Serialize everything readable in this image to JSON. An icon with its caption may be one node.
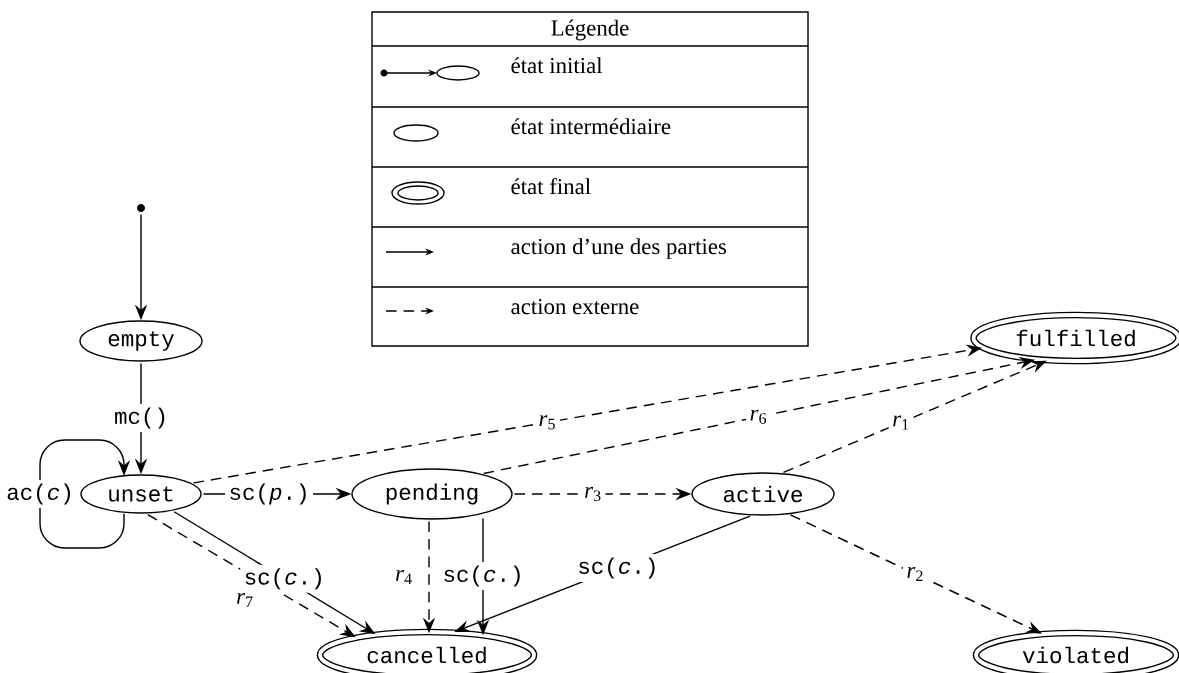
{
  "diagram": {
    "nodes": [
      {
        "text": [],
        "shape": "circle"
      },
      {
        "text": [
          "empty"
        ]
      },
      {
        "text": [
          "unset"
        ]
      },
      {
        "text": [
          "pending"
        ]
      },
      {
        "text": [
          "active"
        ]
      },
      {
        "text": [
          "fulfilled"
        ]
      },
      {
        "text": [
          "cancelled"
        ]
      },
      {
        "text": [
          "violated"
        ]
      }
    ],
    "edges": [
      {
        "from": 0,
        "to": 1,
        "arrow": "to"
      },
      {
        "from": 1,
        "to": 2,
        "arrow": "to",
        "label": "mc()"
      },
      {
        "from": 2,
        "to": 2,
        "arrow": "to",
        "label": "ac(*c*)"
      },
      {
        "from": 2,
        "to": 3,
        "arrow": "to",
        "label": "sc(*p*.)"
      },
      {
        "from": 2,
        "to": 6,
        "arrow": "to",
        "label": "sc(*c*.)"
      },
      {
        "from": 2,
        "to": 6,
        "arrow": "to",
        "label": "*r*$_{7}$",
        "style": "dashed"
      },
      {
        "from": 2,
        "to": 5,
        "arrow": "to",
        "label": "*r*$_{5}$",
        "style": "dashed"
      },
      {
        "from": 3,
        "to": 5,
        "arrow": "to",
        "label": "*r*$_{6}$",
        "style": "dashed"
      },
      {
        "from": 3,
        "to": 4,
        "arrow": "to",
        "label": "*r*$_{3}$",
        "style": "dashed"
      },
      {
        "from": 3,
        "to": 6,
        "arrow": "to",
        "label": "*r*$_{4}$",
        "style": "dashed"
      },
      {
        "from": 3,
        "to": 6,
        "arrow": "to",
        "label": "sc(*c*.)"
      },
      {
        "from": 4,
        "to": 5,
        "arrow": "to",
        "label": "*r*$_{1}$",
        "style": "dashed"
      },
      {
        "from": 4,
        "to": 7,
        "arrow": "to",
        "label": "*r*$_{2}$",
        "style": "dashed"
      },
      {
        "from": 4,
        "to": 6,
        "arrow": "to",
        "label": "sc(*c*.)"
      }
    ],
    "labels": [
      "Légende"
    ],
    "legend": [
      {
        "text": "état initial"
      },
      {
        "text": "état intermédiaire"
      },
      {
        "text": "état final"
      },
      {
        "text": "action d’une des parties"
      },
      {
        "text": "action externe"
      }
    ]
  }
}
